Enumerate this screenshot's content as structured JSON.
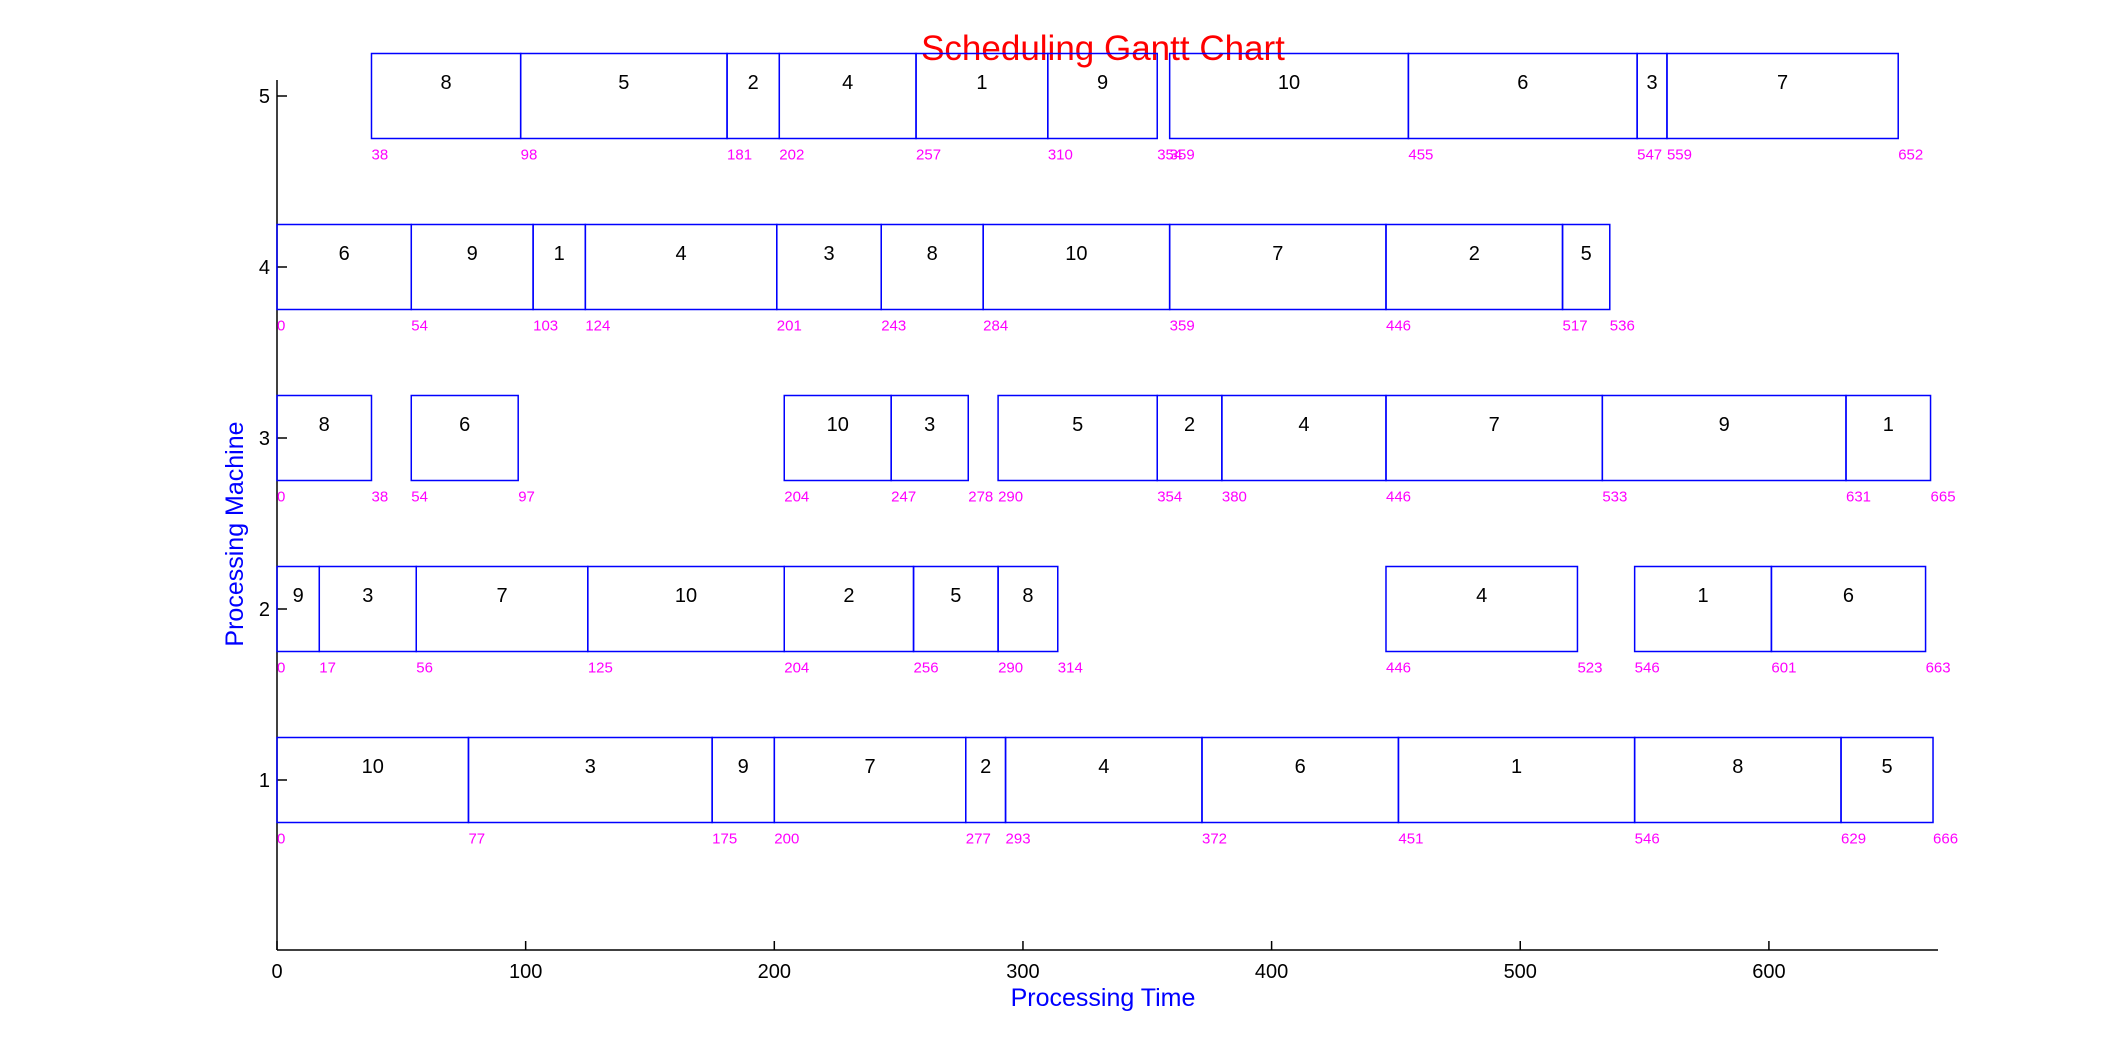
{
  "chart_data": {
    "type": "gantt",
    "title": "Scheduling Gantt Chart",
    "xlabel": "Processing Time",
    "ylabel": "Processing Machine",
    "xlim": [
      0,
      668
    ],
    "ylim": [
      0,
      5
    ],
    "x_ticks": [
      "0",
      "100",
      "200",
      "300",
      "400",
      "500",
      "600"
    ],
    "y_ticks": [
      "1",
      "2",
      "3",
      "4",
      "5"
    ],
    "grid": false,
    "colors": {
      "title": "#ff0000",
      "axis_label": "#0000ff",
      "bar_edge": "#0000ff",
      "time_label": "#ff00ff",
      "axis": "#000000"
    },
    "machines": [
      {
        "machine": "1",
        "tasks": [
          {
            "job": "10",
            "start": 0,
            "end": 77,
            "start_label": "0"
          },
          {
            "job": "3",
            "start": 77,
            "end": 175,
            "start_label": "77"
          },
          {
            "job": "9",
            "start": 175,
            "end": 200,
            "start_label": "175"
          },
          {
            "job": "7",
            "start": 200,
            "end": 277,
            "start_label": "200"
          },
          {
            "job": "2",
            "start": 277,
            "end": 293,
            "start_label": "277"
          },
          {
            "job": "4",
            "start": 293,
            "end": 372,
            "start_label": "293"
          },
          {
            "job": "6",
            "start": 372,
            "end": 451,
            "start_label": "372"
          },
          {
            "job": "1",
            "start": 451,
            "end": 546,
            "start_label": "451"
          },
          {
            "job": "8",
            "start": 546,
            "end": 629,
            "start_label": "546"
          },
          {
            "job": "5",
            "start": 629,
            "end": 666,
            "start_label": "629",
            "end_label": "666"
          }
        ]
      },
      {
        "machine": "2",
        "tasks": [
          {
            "job": "9",
            "start": 0,
            "end": 17,
            "start_label": "0"
          },
          {
            "job": "3",
            "start": 17,
            "end": 56,
            "start_label": "17"
          },
          {
            "job": "7",
            "start": 56,
            "end": 125,
            "start_label": "56"
          },
          {
            "job": "10",
            "start": 125,
            "end": 204,
            "start_label": "125"
          },
          {
            "job": "2",
            "start": 204,
            "end": 256,
            "start_label": "204"
          },
          {
            "job": "5",
            "start": 256,
            "end": 290,
            "start_label": "256"
          },
          {
            "job": "8",
            "start": 290,
            "end": 314,
            "start_label": "290",
            "end_label": "314"
          },
          {
            "job": "4",
            "start": 446,
            "end": 523,
            "start_label": "446",
            "end_label": "523"
          },
          {
            "job": "1",
            "start": 546,
            "end": 601,
            "start_label": "546"
          },
          {
            "job": "6",
            "start": 601,
            "end": 663,
            "start_label": "601",
            "end_label": "663"
          }
        ]
      },
      {
        "machine": "3",
        "tasks": [
          {
            "job": "8",
            "start": 0,
            "end": 38,
            "start_label": "0",
            "end_label": "38"
          },
          {
            "job": "6",
            "start": 54,
            "end": 97,
            "start_label": "54",
            "end_label": "97"
          },
          {
            "job": "10",
            "start": 204,
            "end": 247,
            "start_label": "204"
          },
          {
            "job": "3",
            "start": 247,
            "end": 278,
            "start_label": "247",
            "end_label": "278"
          },
          {
            "job": "5",
            "start": 290,
            "end": 354,
            "start_label": "290"
          },
          {
            "job": "2",
            "start": 354,
            "end": 380,
            "start_label": "354"
          },
          {
            "job": "4",
            "start": 380,
            "end": 446,
            "start_label": "380"
          },
          {
            "job": "7",
            "start": 446,
            "end": 533,
            "start_label": "446"
          },
          {
            "job": "9",
            "start": 533,
            "end": 631,
            "start_label": "533"
          },
          {
            "job": "1",
            "start": 631,
            "end": 665,
            "start_label": "631",
            "end_label": "665"
          }
        ]
      },
      {
        "machine": "4",
        "tasks": [
          {
            "job": "6",
            "start": 0,
            "end": 54,
            "start_label": "0"
          },
          {
            "job": "9",
            "start": 54,
            "end": 103,
            "start_label": "54"
          },
          {
            "job": "1",
            "start": 103,
            "end": 124,
            "start_label": "103"
          },
          {
            "job": "4",
            "start": 124,
            "end": 201,
            "start_label": "124"
          },
          {
            "job": "3",
            "start": 201,
            "end": 243,
            "start_label": "201"
          },
          {
            "job": "8",
            "start": 243,
            "end": 284,
            "start_label": "243"
          },
          {
            "job": "10",
            "start": 284,
            "end": 359,
            "start_label": "284"
          },
          {
            "job": "7",
            "start": 359,
            "end": 446,
            "start_label": "359"
          },
          {
            "job": "2",
            "start": 446,
            "end": 517,
            "start_label": "446"
          },
          {
            "job": "5",
            "start": 517,
            "end": 536,
            "start_label": "517",
            "end_label": "536"
          }
        ]
      },
      {
        "machine": "5",
        "tasks": [
          {
            "job": "8",
            "start": 38,
            "end": 98,
            "start_label": "38"
          },
          {
            "job": "5",
            "start": 98,
            "end": 181,
            "start_label": "98"
          },
          {
            "job": "2",
            "start": 181,
            "end": 202,
            "start_label": "181"
          },
          {
            "job": "4",
            "start": 202,
            "end": 257,
            "start_label": "202"
          },
          {
            "job": "1",
            "start": 257,
            "end": 310,
            "start_label": "257"
          },
          {
            "job": "9",
            "start": 310,
            "end": 354,
            "start_label": "310",
            "end_label": "354"
          },
          {
            "job": "10",
            "start": 359,
            "end": 455,
            "start_label": "359"
          },
          {
            "job": "6",
            "start": 455,
            "end": 547,
            "start_label": "455"
          },
          {
            "job": "3",
            "start": 547,
            "end": 559,
            "start_label": "547"
          },
          {
            "job": "7",
            "start": 559,
            "end": 652,
            "start_label": "559",
            "end_label": "652"
          }
        ]
      }
    ]
  }
}
